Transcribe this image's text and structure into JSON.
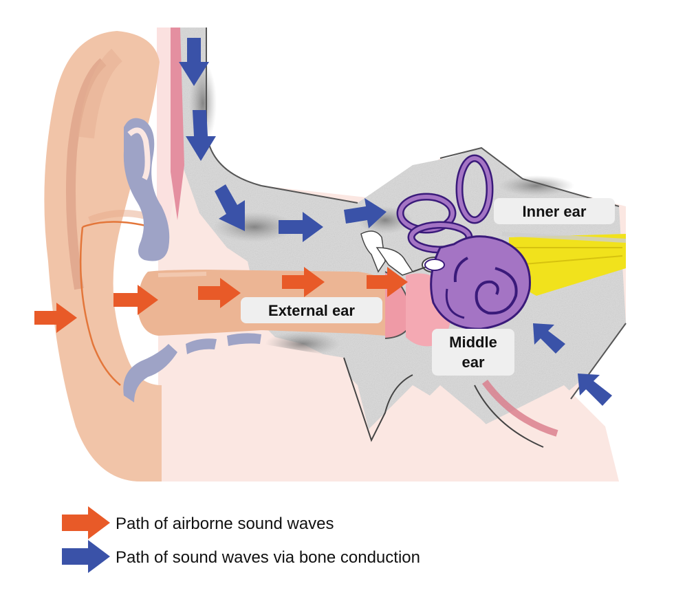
{
  "labels": {
    "inner_ear": "Inner ear",
    "external_ear": "External ear",
    "middle_ear_line1": "Middle",
    "middle_ear_line2": "ear"
  },
  "legend": {
    "airborne": "Path of airborne sound waves",
    "bone": "Path of sound waves via bone conduction"
  },
  "colors": {
    "airborne_arrow": "#e85a28",
    "bone_arrow": "#3a52a8",
    "cochlea": "#a474c4",
    "cochlea_outline": "#3a1a7a",
    "skin": "#f1c4a8",
    "canal": "#ecb594",
    "bone_gray": "#d8d8d8",
    "nerve": "#f1e21c"
  }
}
